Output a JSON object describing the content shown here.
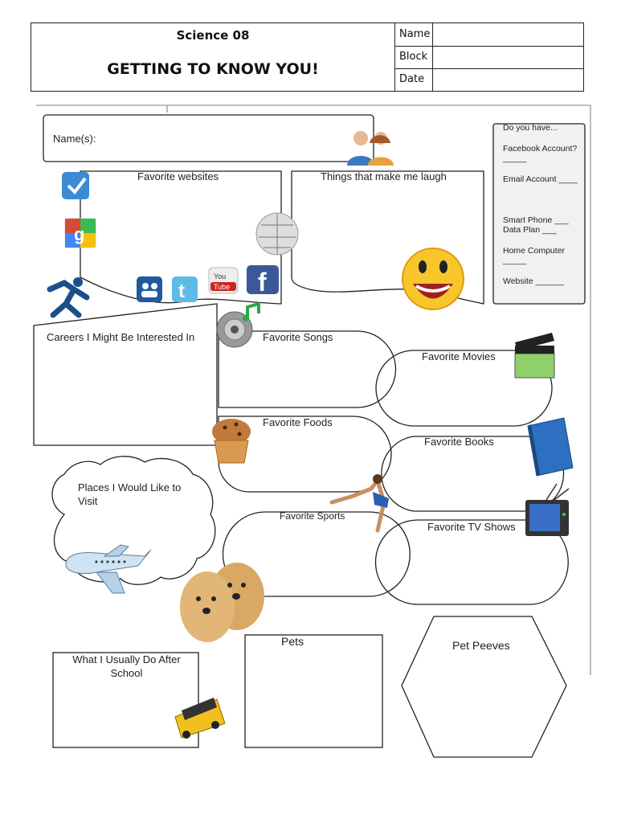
{
  "header": {
    "subject": "Science 08",
    "title": "GETTING TO KNOW YOU!",
    "fields": [
      {
        "label": "Name",
        "value": ""
      },
      {
        "label": "Block",
        "value": ""
      },
      {
        "label": "Date",
        "value": ""
      }
    ]
  },
  "worksheet": {
    "names_label": "Name(s):",
    "websites_label": "Favorite websites",
    "laugh_label": "Things that make me laugh",
    "checklist": {
      "title": "Do you have...",
      "items": [
        "Facebook Account? _____",
        "Email Account ____",
        "Smart Phone ___",
        "Data Plan ___",
        "Home Computer _____",
        "Website ______"
      ]
    },
    "careers_label": "Careers I Might Be Interested In",
    "songs_label": "Favorite Songs",
    "movies_label": "Favorite Movies",
    "foods_label": "Favorite Foods",
    "books_label": "Favorite Books",
    "places_label": "Places I Would Like to Visit",
    "sports_label": "Favorite Sports",
    "tv_label": "Favorite TV Shows",
    "pets_label": "Pets",
    "peeves_label": "Pet Peeves",
    "after_school_label": "What I Usually Do After School"
  },
  "icons": {
    "youtube": "You Tube",
    "facebook": "f",
    "twitter": "t"
  }
}
